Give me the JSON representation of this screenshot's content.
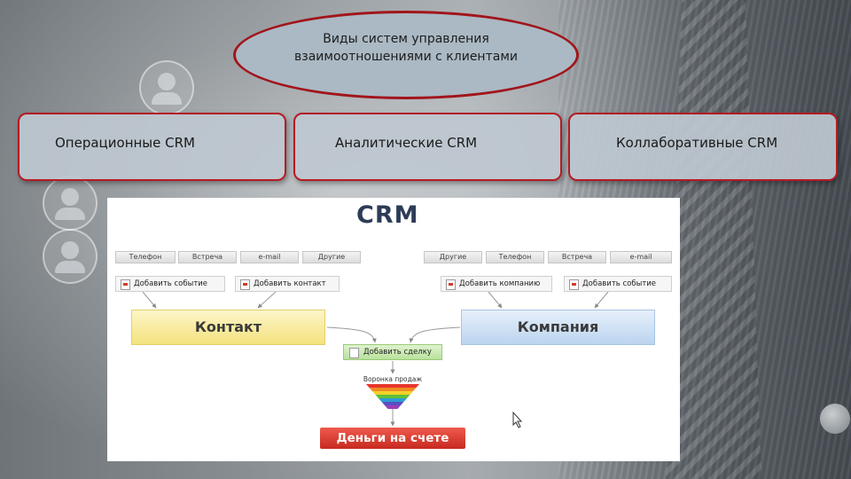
{
  "oval": {
    "text": "Виды систем управления взаимоотношениями с клиентами"
  },
  "types": [
    {
      "label": "Операционные CRM"
    },
    {
      "label": "Аналитические CRM"
    },
    {
      "label": "Коллаборативные CRM"
    }
  ],
  "crm": {
    "title": "CRM",
    "left_channels": [
      "Телефон",
      "Встреча",
      "e-mail",
      "Другие"
    ],
    "right_channels": [
      "Другие",
      "Телефон",
      "Встреча",
      "e-mail"
    ],
    "left_actions": [
      "Добавить событие",
      "Добавить контакт"
    ],
    "right_actions": [
      "Добавить компанию",
      "Добавить событие"
    ],
    "contact": "Контакт",
    "company": "Компания",
    "deal": "Добавить сделку",
    "funnel": "Воронка продаж",
    "money": "Деньги на счете",
    "funnel_colors": [
      "#e8352c",
      "#f08a24",
      "#f4d22a",
      "#5fbf3a",
      "#2f9bd6",
      "#5a4fc2",
      "#9b3fb8"
    ]
  }
}
